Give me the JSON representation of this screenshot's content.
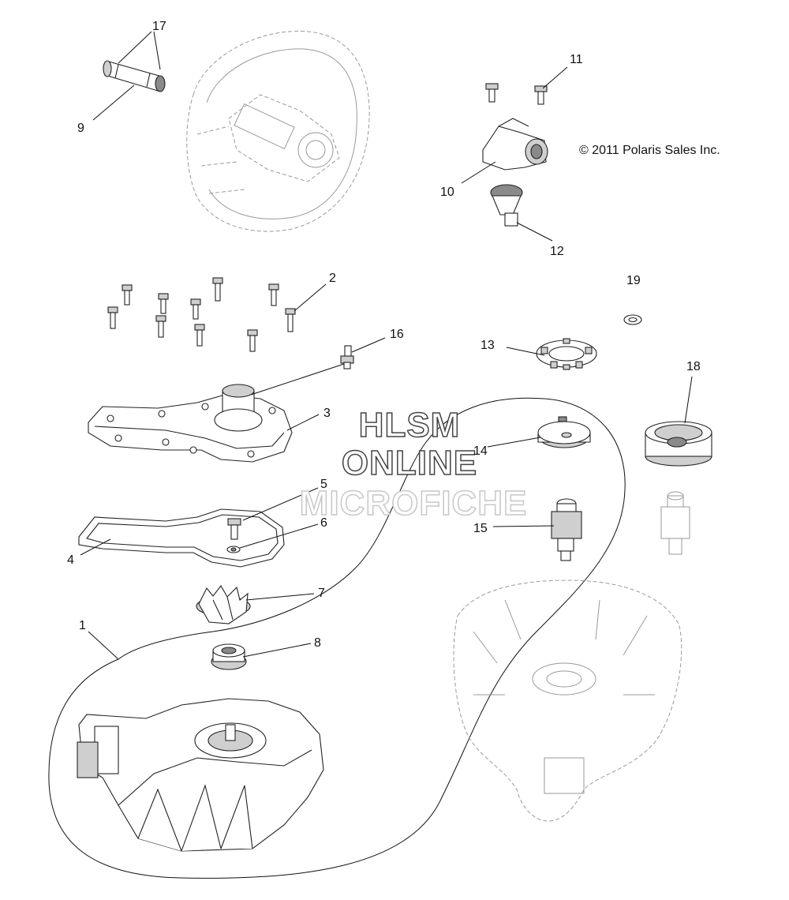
{
  "copyright": "© 2011 Polaris Sales Inc.",
  "watermark": {
    "line1": "HLSM",
    "line2": "ONLINE",
    "line3": "MICROFICHE"
  },
  "callouts": {
    "c1": "1",
    "c2": "2",
    "c3": "3",
    "c4": "4",
    "c5": "5",
    "c6": "6",
    "c7": "7",
    "c8": "8",
    "c9": "9",
    "c10": "10",
    "c11": "11",
    "c12": "12",
    "c13": "13",
    "c14": "14",
    "c15": "15",
    "c16": "16",
    "c17": "17",
    "c18": "18",
    "c19": "19"
  }
}
